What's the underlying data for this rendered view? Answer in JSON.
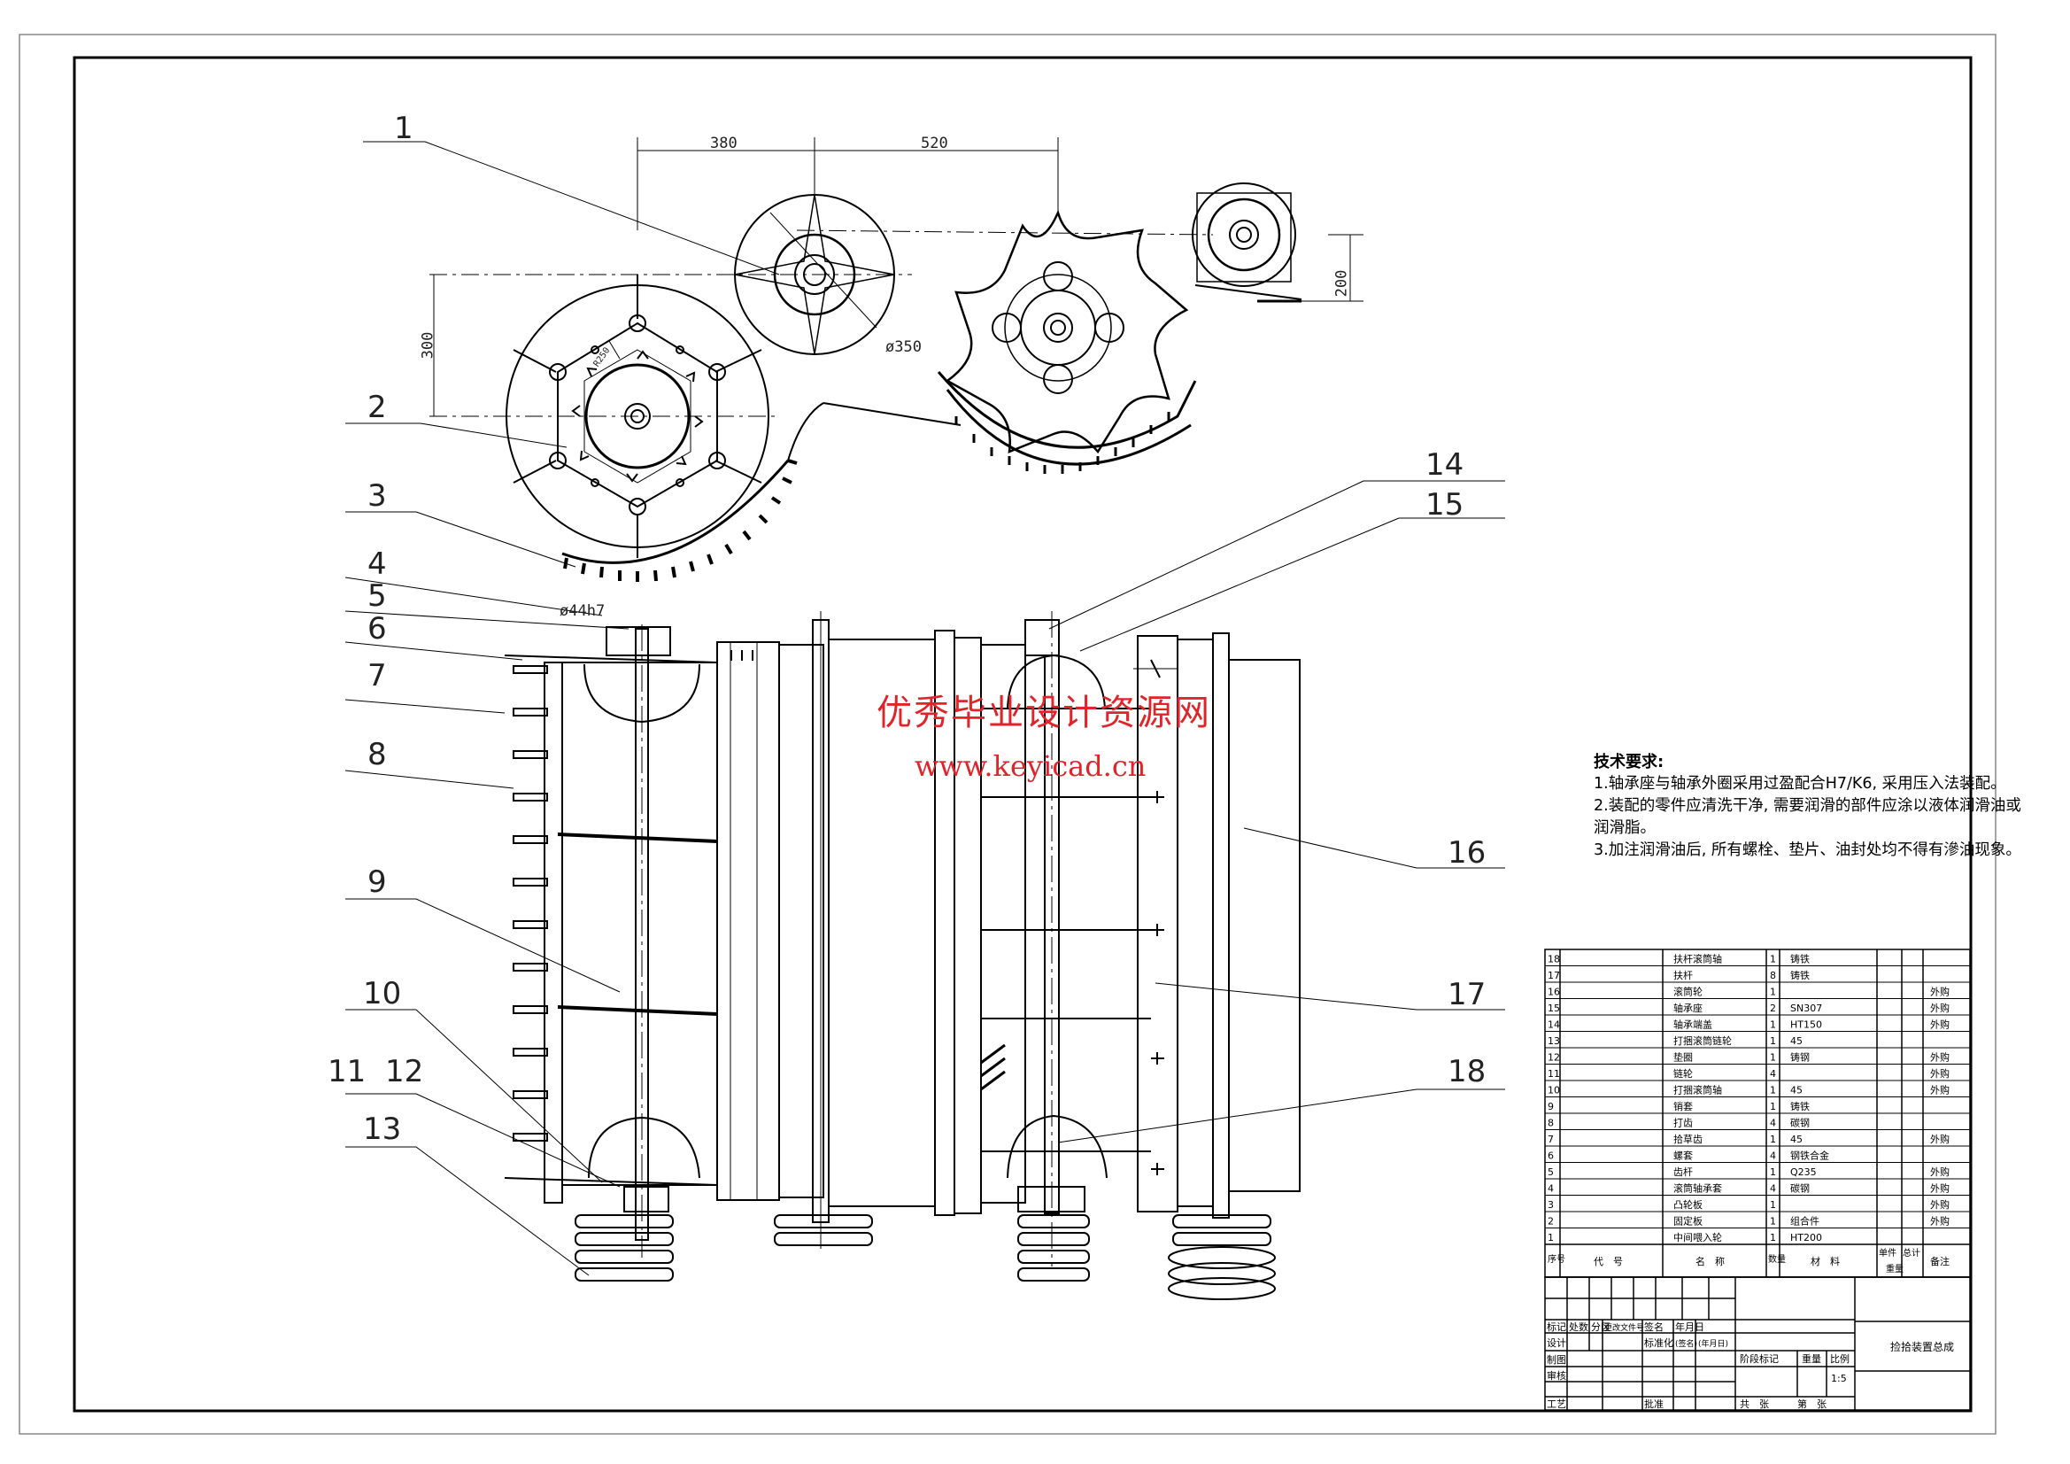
{
  "watermark": {
    "site_name": "优秀毕业设计资源网",
    "url": "www.keyicad.cn",
    "color": "#e0242a"
  },
  "callouts": [
    "1",
    "2",
    "3",
    "4",
    "5",
    "6",
    "7",
    "8",
    "9",
    "10",
    "11",
    "12",
    "13",
    "14",
    "15",
    "16",
    "17",
    "18"
  ],
  "dimensions": {
    "d380": "380",
    "d520": "520",
    "d300": "300",
    "d200": "200",
    "phi350": "ø350",
    "phi44": "ø44h7",
    "r_small": "R250"
  },
  "tech_requirements": {
    "title": "技术要求:",
    "items": [
      "1.轴承座与轴承外圈采用过盈配合H7/K6, 采用压入法装配。",
      "2.装配的零件应清洗干净, 需要润滑的部件应涂以液体润滑油或",
      "润滑脂。",
      "3.加注润滑油后, 所有螺栓、垫片、油封处均不得有滲油现象。"
    ]
  },
  "bom": {
    "rows": [
      {
        "no": "18",
        "name": "扶杆滚筒轴",
        "qty": "1",
        "mat": "铸铁",
        "note": ""
      },
      {
        "no": "17",
        "name": "扶杆",
        "qty": "8",
        "mat": "铸铁",
        "note": ""
      },
      {
        "no": "16",
        "name": "滚筒轮",
        "qty": "1",
        "mat": "",
        "note": "外购"
      },
      {
        "no": "15",
        "name": "轴承座",
        "qty": "2",
        "mat": "SN307",
        "note": "外购"
      },
      {
        "no": "14",
        "name": "轴承端盖",
        "qty": "1",
        "mat": "HT150",
        "note": "外购"
      },
      {
        "no": "13",
        "name": "打捆滚筒链轮",
        "qty": "1",
        "mat": "45",
        "note": ""
      },
      {
        "no": "12",
        "name": "垫圈",
        "qty": "1",
        "mat": "铸钢",
        "note": "外购"
      },
      {
        "no": "11",
        "name": "链轮",
        "qty": "4",
        "mat": "",
        "note": "外购"
      },
      {
        "no": "10",
        "name": "打捆滚筒轴",
        "qty": "1",
        "mat": "45",
        "note": "外购"
      },
      {
        "no": "9",
        "name": "销套",
        "qty": "1",
        "mat": "铸铁",
        "note": ""
      },
      {
        "no": "8",
        "name": "打齿",
        "qty": "4",
        "mat": "碳钢",
        "note": ""
      },
      {
        "no": "7",
        "name": "拾草齿",
        "qty": "1",
        "mat": "45",
        "note": "外购"
      },
      {
        "no": "6",
        "name": "螺套",
        "qty": "4",
        "mat": "钢铁合金",
        "note": ""
      },
      {
        "no": "5",
        "name": "齿杆",
        "qty": "1",
        "mat": "Q235",
        "note": "外购"
      },
      {
        "no": "4",
        "name": "滚筒轴承套",
        "qty": "4",
        "mat": "碳钢",
        "note": "外购"
      },
      {
        "no": "3",
        "name": "凸轮板",
        "qty": "1",
        "mat": "",
        "note": "外购"
      },
      {
        "no": "2",
        "name": "固定板",
        "qty": "1",
        "mat": "组合件",
        "note": "外购"
      },
      {
        "no": "1",
        "name": "中间喂入轮",
        "qty": "1",
        "mat": "HT200",
        "note": ""
      }
    ],
    "header": {
      "no": "序号",
      "code": "代　号",
      "name": "名　称",
      "qty": "数量",
      "mat": "材　料",
      "unit_weight": "单件",
      "total_weight": "总计",
      "weight": "重量",
      "note": "备注"
    }
  },
  "title_block": {
    "drawing_title": "捡拾装置总成",
    "scale_label": "比例",
    "scale": "1:5",
    "weight_label": "重量",
    "stage_label": "阶段标记",
    "row_labels": [
      "标记",
      "处数",
      "分区",
      "更改文件号",
      "签名",
      "年月日"
    ],
    "roles": [
      "设计",
      "制图",
      "审核",
      "工艺"
    ],
    "std_label": "标准化",
    "sign_label": "(签名)",
    "date_label": "(年月日)",
    "approve_label": "批准",
    "sheet_total": "共　张",
    "sheet_no": "第　张"
  }
}
